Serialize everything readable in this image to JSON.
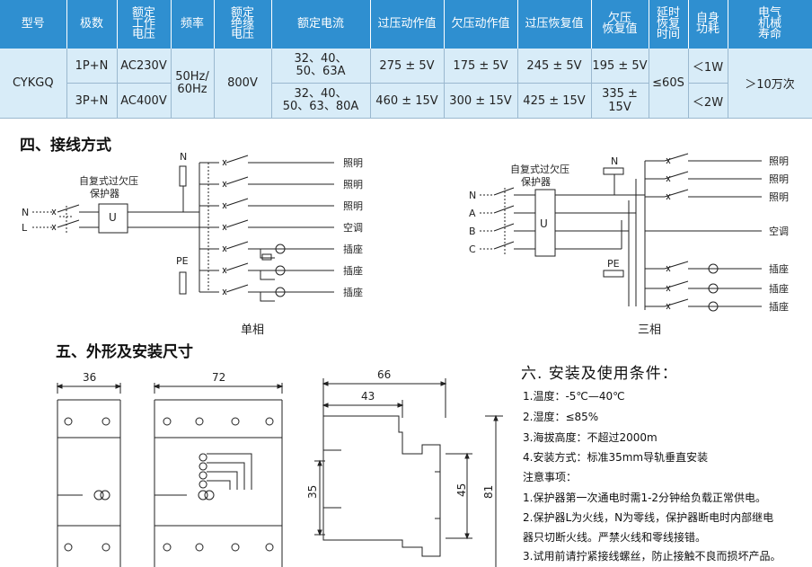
{
  "table": {
    "headers": [
      "型号",
      "极数",
      "额定\n工作\n电压",
      "频率",
      "额定\n绝缘\n电压",
      "额定电流",
      "过压动作值",
      "欠压动作值",
      "过压恢复值",
      "欠压\n恢复值",
      "延时\n恢复\n时间",
      "自身\n功耗",
      "电气\n机械\n寿命"
    ],
    "model": "CYKGQ",
    "frequency": "50Hz/\n60Hz",
    "insulation_voltage": "800V",
    "delay": "≤60S",
    "life": "＞10万次",
    "rows": [
      {
        "poles": "1P+N",
        "voltage": "AC230V",
        "current": "32、40、\n50、63A",
        "over_act": "275 ± 5V",
        "under_act": "175 ± 5V",
        "over_rec": "245 ± 5V",
        "under_rec": "195 ± 5V",
        "power": "＜1W"
      },
      {
        "poles": "3P+N",
        "voltage": "AC400V",
        "current": "32、40、\n50、63、80A",
        "over_act": "460 ± 15V",
        "under_act": "300 ± 15V",
        "over_rec": "425 ± 15V",
        "under_rec": "335 ± 15V",
        "power": "＜2W"
      }
    ]
  },
  "section4": {
    "title": "四、接线方式",
    "single": {
      "caption": "单相",
      "protector": "自复式过欠压\n保护器",
      "u": "U",
      "n_top": "N",
      "pe": "PE",
      "in_n": "N",
      "in_l": "L",
      "loads": [
        "照明",
        "照明",
        "照明",
        "空调",
        "插座",
        "插座",
        "插座"
      ]
    },
    "three": {
      "caption": "三相",
      "protector": "自复式过欠压\n保护器",
      "u": "U",
      "n_top": "N",
      "pe": "PE",
      "inputs": [
        "N",
        "A",
        "B",
        "C"
      ],
      "loads": [
        "照明",
        "照明",
        "照明",
        "空调",
        "插座",
        "插座",
        "插座"
      ]
    }
  },
  "section5": {
    "title": "五、外形及安装尺寸",
    "dims": {
      "w1": "36",
      "w2": "72",
      "d1": "66",
      "d2": "43",
      "h1": "35",
      "h2": "45",
      "h3": "81"
    }
  },
  "section6": {
    "title": "六. 安装及使用条件：",
    "items": [
      "1.温度：-5℃—40℃",
      "2.湿度：≤85%",
      "3.海拔高度：不超过2000m",
      "4.安装方式：标准35mm导轨垂直安装",
      "注意事项：",
      "1.保护器第一次通电时需1-2分钟给负载正常供电。",
      "2.保护器L为火线，N为零线，保护器断电时内部继电",
      "器只切断火线。严禁火线和零线接错。",
      "3.试用前请拧紧接线螺丝，防止接触不良而损坏产品。"
    ]
  }
}
